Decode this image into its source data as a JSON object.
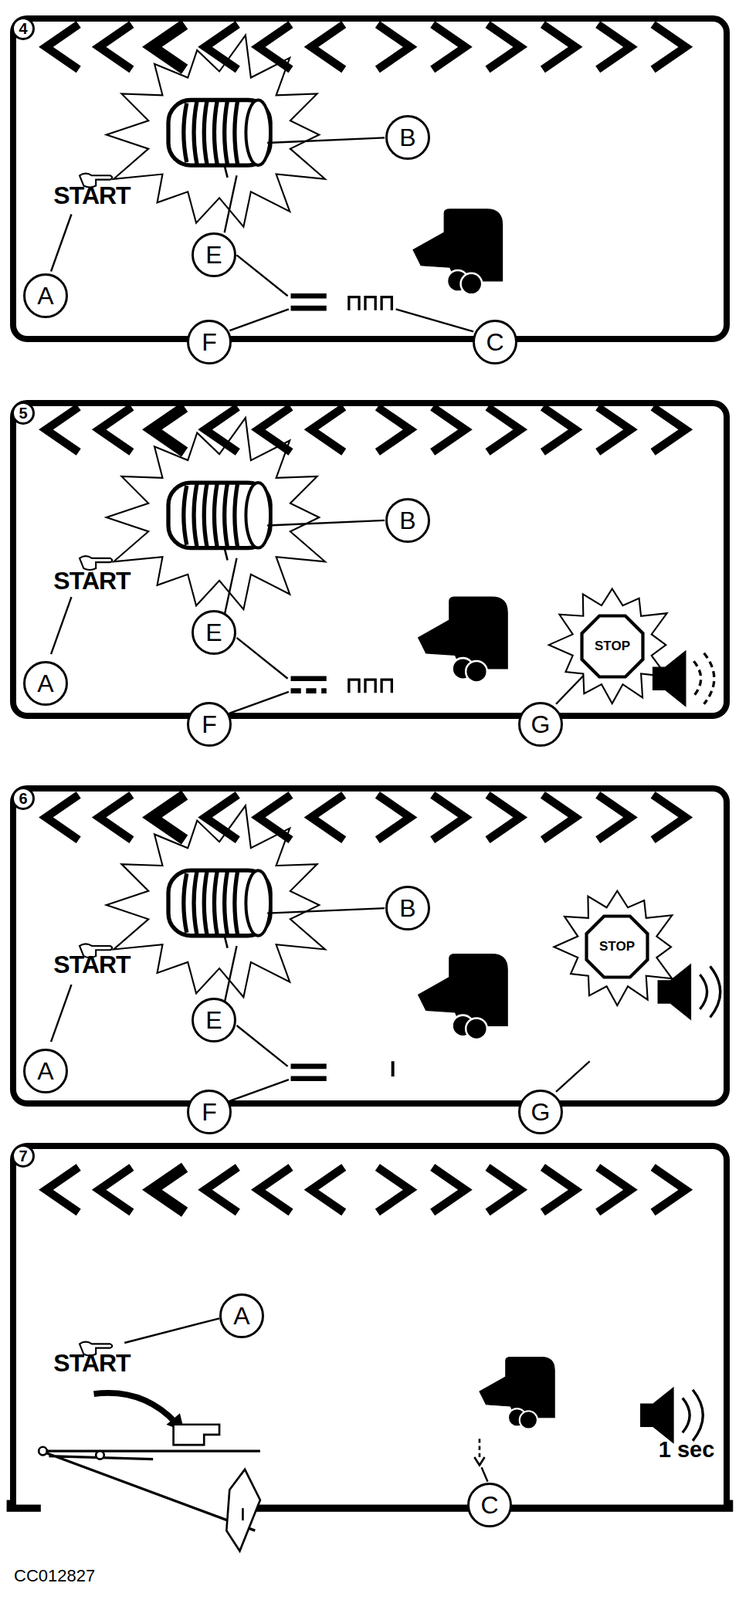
{
  "diagram": {
    "nodes": [
      {
        "text": [
          "4"
        ]
      },
      {
        "text": [
          "B"
        ],
        "in": 0
      },
      {
        "text": [
          "A"
        ],
        "in": 0
      },
      {
        "text": [
          "E"
        ],
        "in": 0
      },
      {
        "text": [
          "F"
        ],
        "in": 0
      },
      {
        "text": [
          "C"
        ],
        "in": 0
      },
      {
        "text": [
          "5"
        ]
      },
      {
        "text": [
          "B"
        ],
        "in": 6
      },
      {
        "text": [
          "A"
        ],
        "in": 6
      },
      {
        "text": [
          "E"
        ],
        "in": 6
      },
      {
        "text": [
          "STOP"
        ],
        "in": 6
      },
      {
        "text": [
          "F"
        ],
        "in": 6
      },
      {
        "text": [
          "G"
        ],
        "in": 6
      },
      {
        "text": [
          "6"
        ]
      },
      {
        "text": [
          "B"
        ],
        "in": 13
      },
      {
        "text": [
          "A"
        ],
        "in": 13
      },
      {
        "text": [
          "E"
        ],
        "in": 13
      },
      {
        "text": [
          "STOP"
        ],
        "in": 13
      },
      {
        "text": [
          "F"
        ],
        "in": 13
      },
      {
        "text": [
          "G"
        ],
        "in": 13
      },
      {
        "text": [
          "7"
        ]
      },
      {
        "text": [
          "A"
        ],
        "in": 20
      },
      {
        "text": [
          "C"
        ],
        "in": 20
      }
    ],
    "labels": [
      "START",
      "START",
      "START",
      "START",
      "1 sec",
      "CC012827"
    ]
  }
}
